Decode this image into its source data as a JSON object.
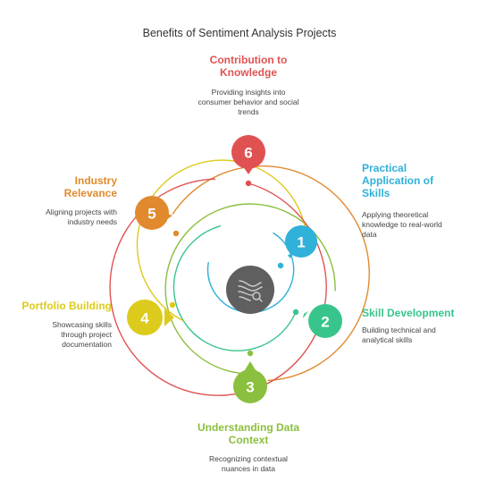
{
  "title": "Benefits of Sentiment Analysis Projects",
  "items": [
    {
      "number": "1",
      "color": "#2fb1d9",
      "heading_lines": [
        "Practical",
        "Application of",
        "Skills"
      ],
      "desc_lines": [
        "Applying theoretical",
        "knowledge to real-world",
        "data"
      ]
    },
    {
      "number": "2",
      "color": "#38c58c",
      "heading_lines": [
        "Skill Development"
      ],
      "desc_lines": [
        "Building technical and",
        "analytical skills"
      ]
    },
    {
      "number": "3",
      "color": "#8bbf3e",
      "heading_lines": [
        "Understanding Data",
        "Context"
      ],
      "desc_lines": [
        "Recognizing contextual",
        "nuances in data"
      ]
    },
    {
      "number": "4",
      "color": "#dccb1c",
      "heading_lines": [
        "Portfolio Building"
      ],
      "desc_lines": [
        "Showcasing skills",
        "through project",
        "documentation"
      ]
    },
    {
      "number": "5",
      "color": "#e08a2d",
      "heading_lines": [
        "Industry",
        "Relevance"
      ],
      "desc_lines": [
        "Aligning projects with",
        "industry needs"
      ]
    },
    {
      "number": "6",
      "color": "#e05252",
      "heading_lines": [
        "Contribution to",
        "Knowledge"
      ],
      "desc_lines": [
        "Providing insights into",
        "consumer behavior and social",
        "trends"
      ]
    }
  ],
  "center_icon": "sentiment-analysis-icon",
  "center_color": "#5f5f5f"
}
